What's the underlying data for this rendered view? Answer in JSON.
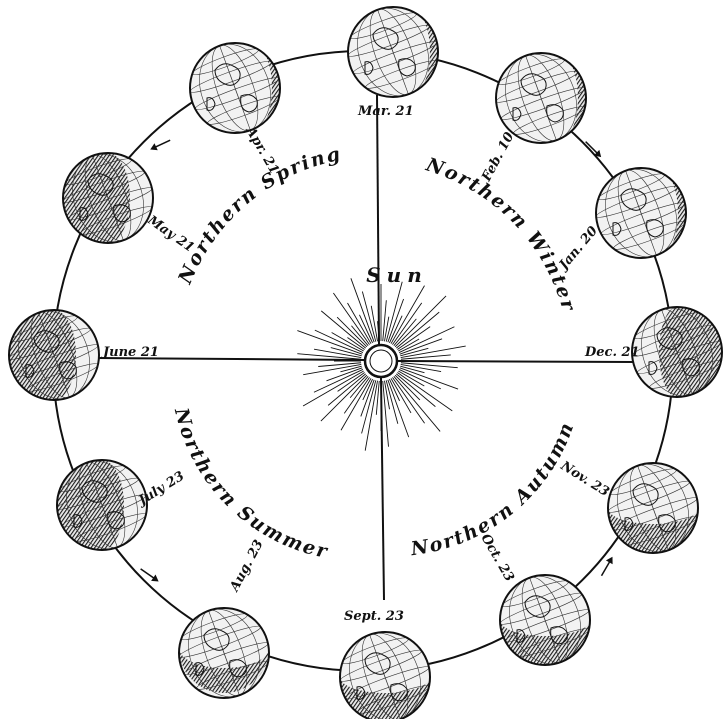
{
  "sun_label": "Sun",
  "seasons": {
    "spring": "Northern Spring",
    "winter": "Northern Winter",
    "summer": "Northern Summer",
    "autumn": "Northern Autumn"
  },
  "positions": [
    {
      "date": "Mar. 21",
      "shade": "light"
    },
    {
      "date": "Feb. 10",
      "shade": "light"
    },
    {
      "date": "Jan. 20",
      "shade": "light"
    },
    {
      "date": "Dec. 21",
      "shade": "left-lit"
    },
    {
      "date": "Nov. 23",
      "shade": "upper-lit"
    },
    {
      "date": "Oct. 23",
      "shade": "upper-lit"
    },
    {
      "date": "Sept. 23",
      "shade": "upper-lit"
    },
    {
      "date": "Aug. 23",
      "shade": "dark-lower"
    },
    {
      "date": "July 23",
      "shade": "dark-left"
    },
    {
      "date": "June 21",
      "shade": "dark-left"
    },
    {
      "date": "May 21",
      "shade": "dark-left"
    },
    {
      "date": "Apr. 21",
      "shade": "light"
    }
  ],
  "colors": {
    "ink": "#111111",
    "paper": "#ffffff"
  }
}
